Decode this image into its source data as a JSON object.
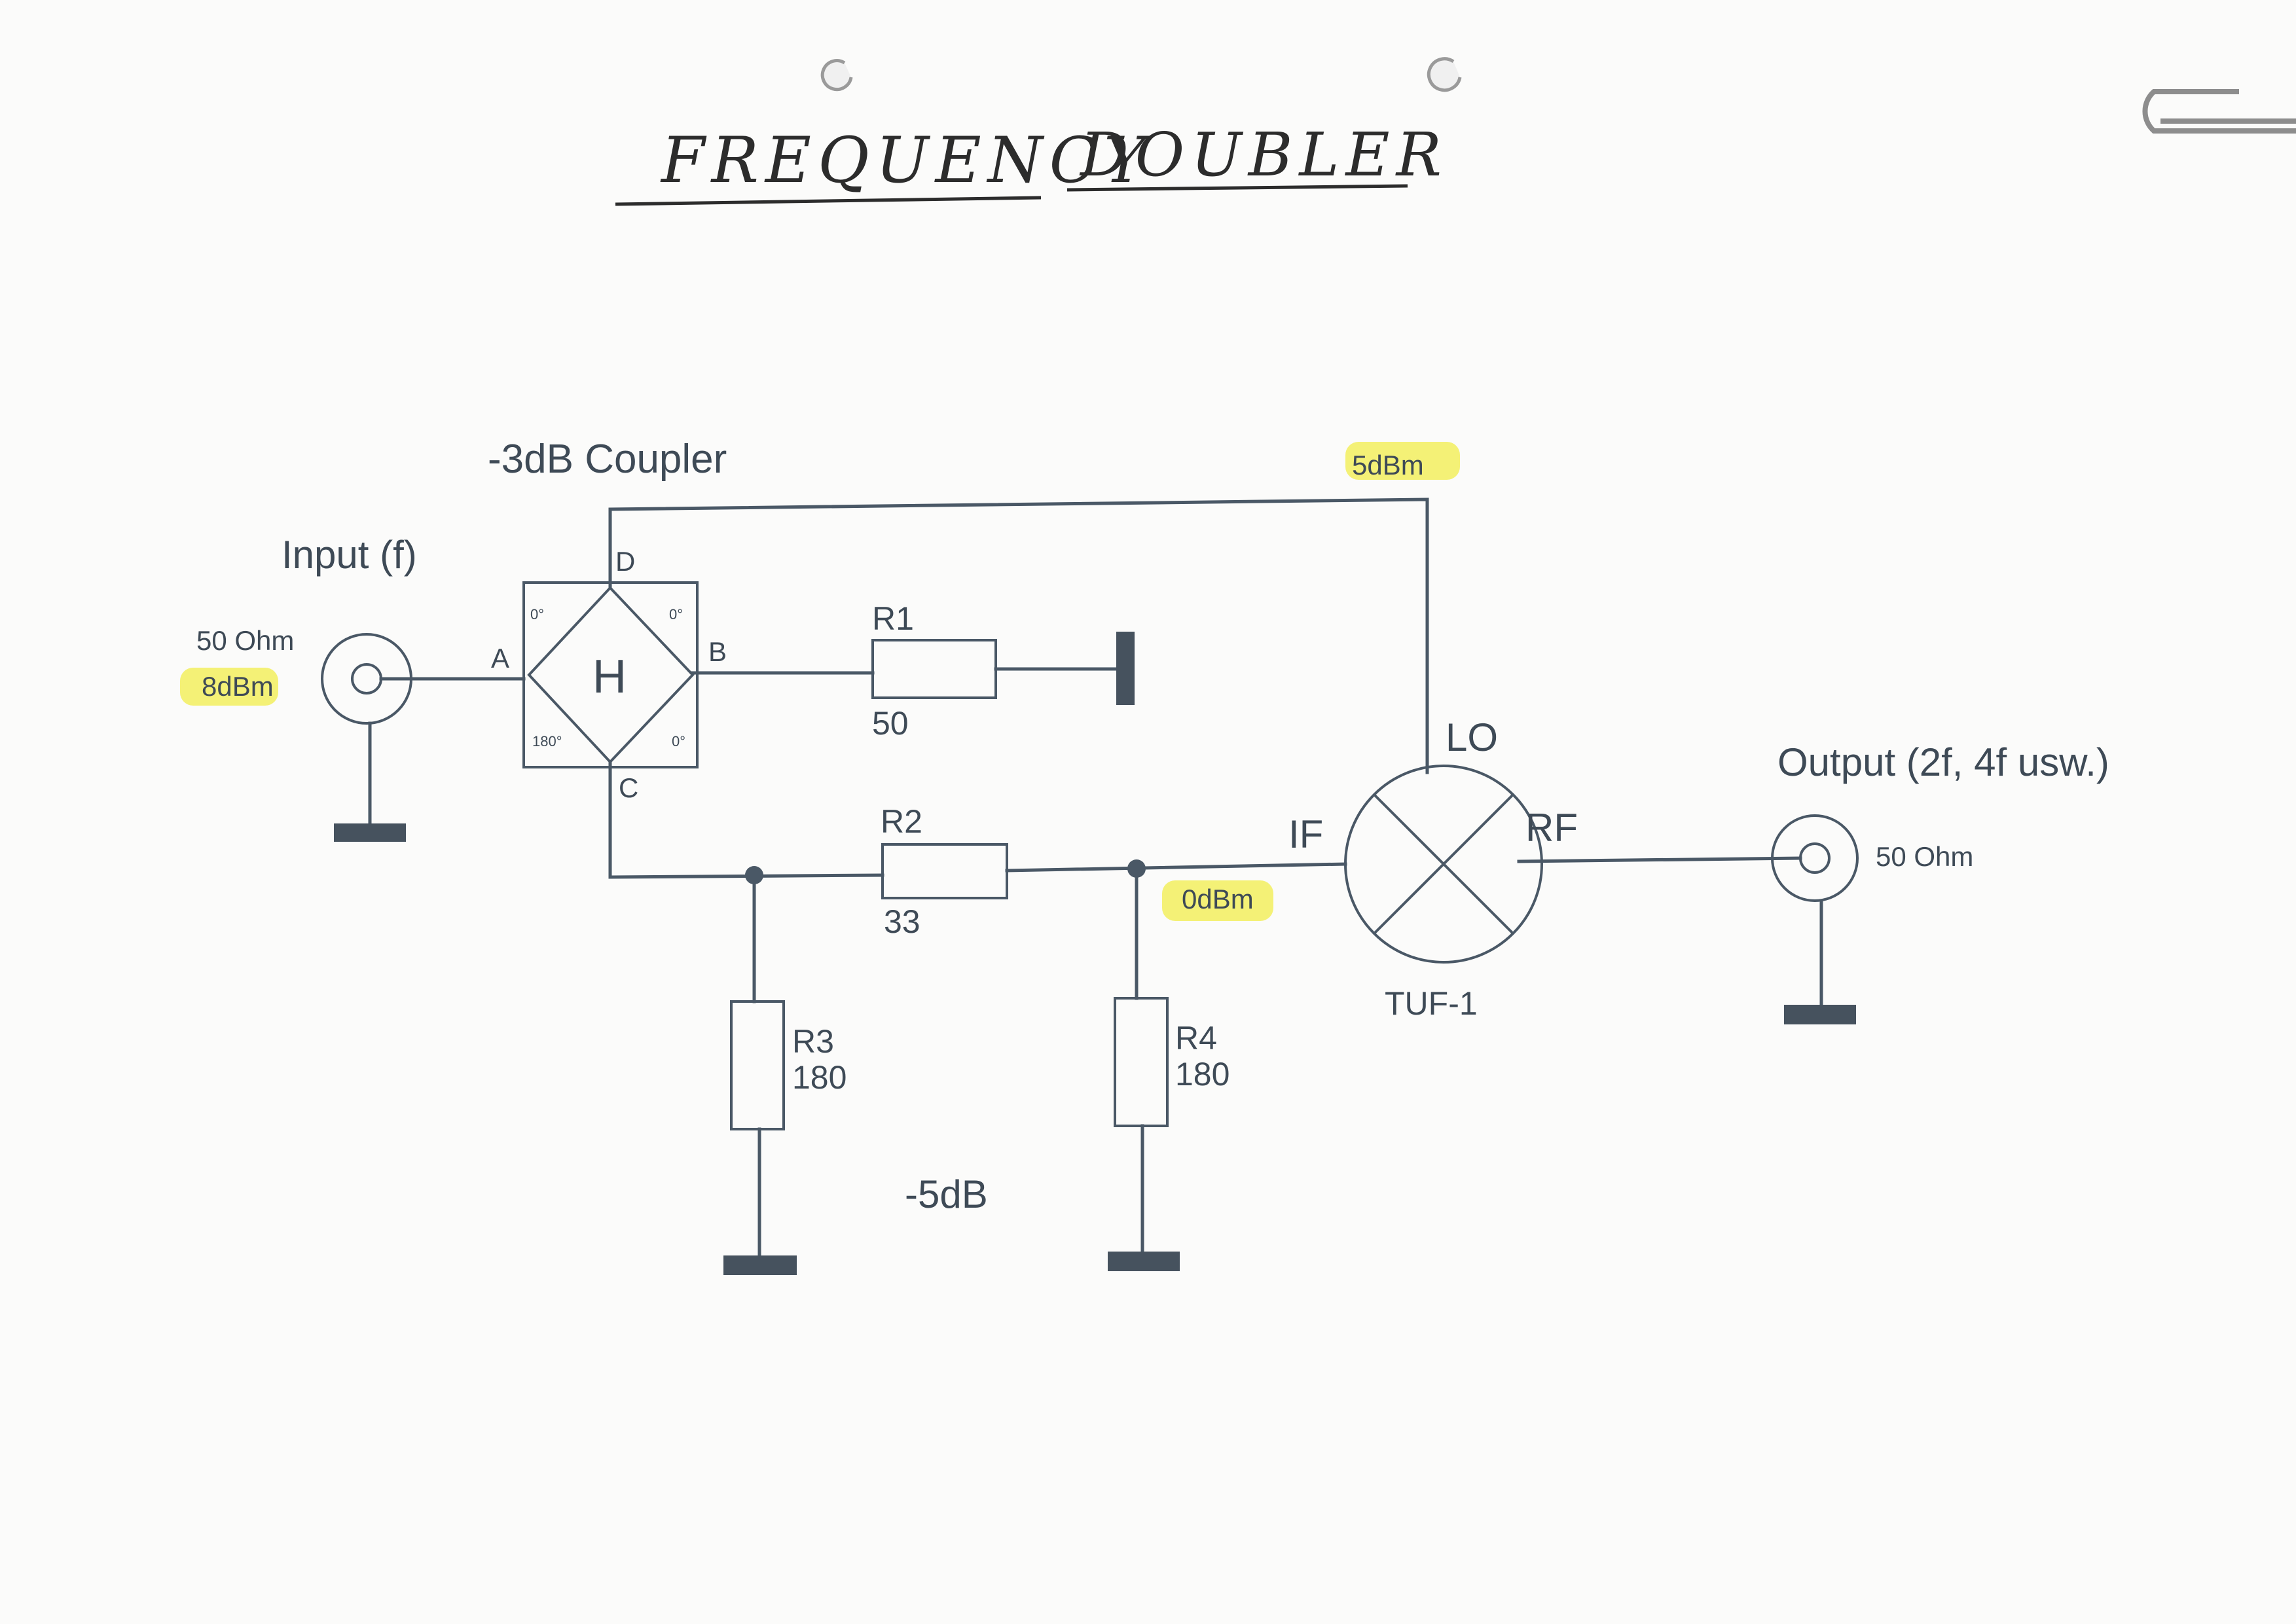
{
  "title_part1": "FREQUENCY",
  "title_part2": "DOUBLER",
  "coupler_title": "-3dB Coupler",
  "coupler_symbol": "H",
  "coupler_ports": [
    "A",
    "B",
    "C",
    "D"
  ],
  "coupler_angles": {
    "top_left": "0°",
    "top_right": "0°",
    "bottom_left": "180°",
    "bottom_right": "0°"
  },
  "input": {
    "label": "Input (f)",
    "impedance": "50 Ohm",
    "level": "8dBm"
  },
  "output": {
    "label": "Output (2f, 4f usw.)",
    "impedance": "50 Ohm"
  },
  "resistors": [
    {
      "name": "R1",
      "value": "50"
    },
    {
      "name": "R2",
      "value": "33"
    },
    {
      "name": "R3",
      "value": "180"
    },
    {
      "name": "R4",
      "value": "180"
    }
  ],
  "mixer": {
    "name": "TUF-1",
    "port_lo": "LO",
    "port_if": "IF",
    "port_rf": "RF"
  },
  "levels": {
    "lo_level": "5dBm",
    "if_level": "0dBm",
    "attenuation": "-5dB"
  },
  "colors": {
    "ink": "#4a5866",
    "highlight": "#f2ee4a",
    "paper": "#fbfbfa"
  }
}
